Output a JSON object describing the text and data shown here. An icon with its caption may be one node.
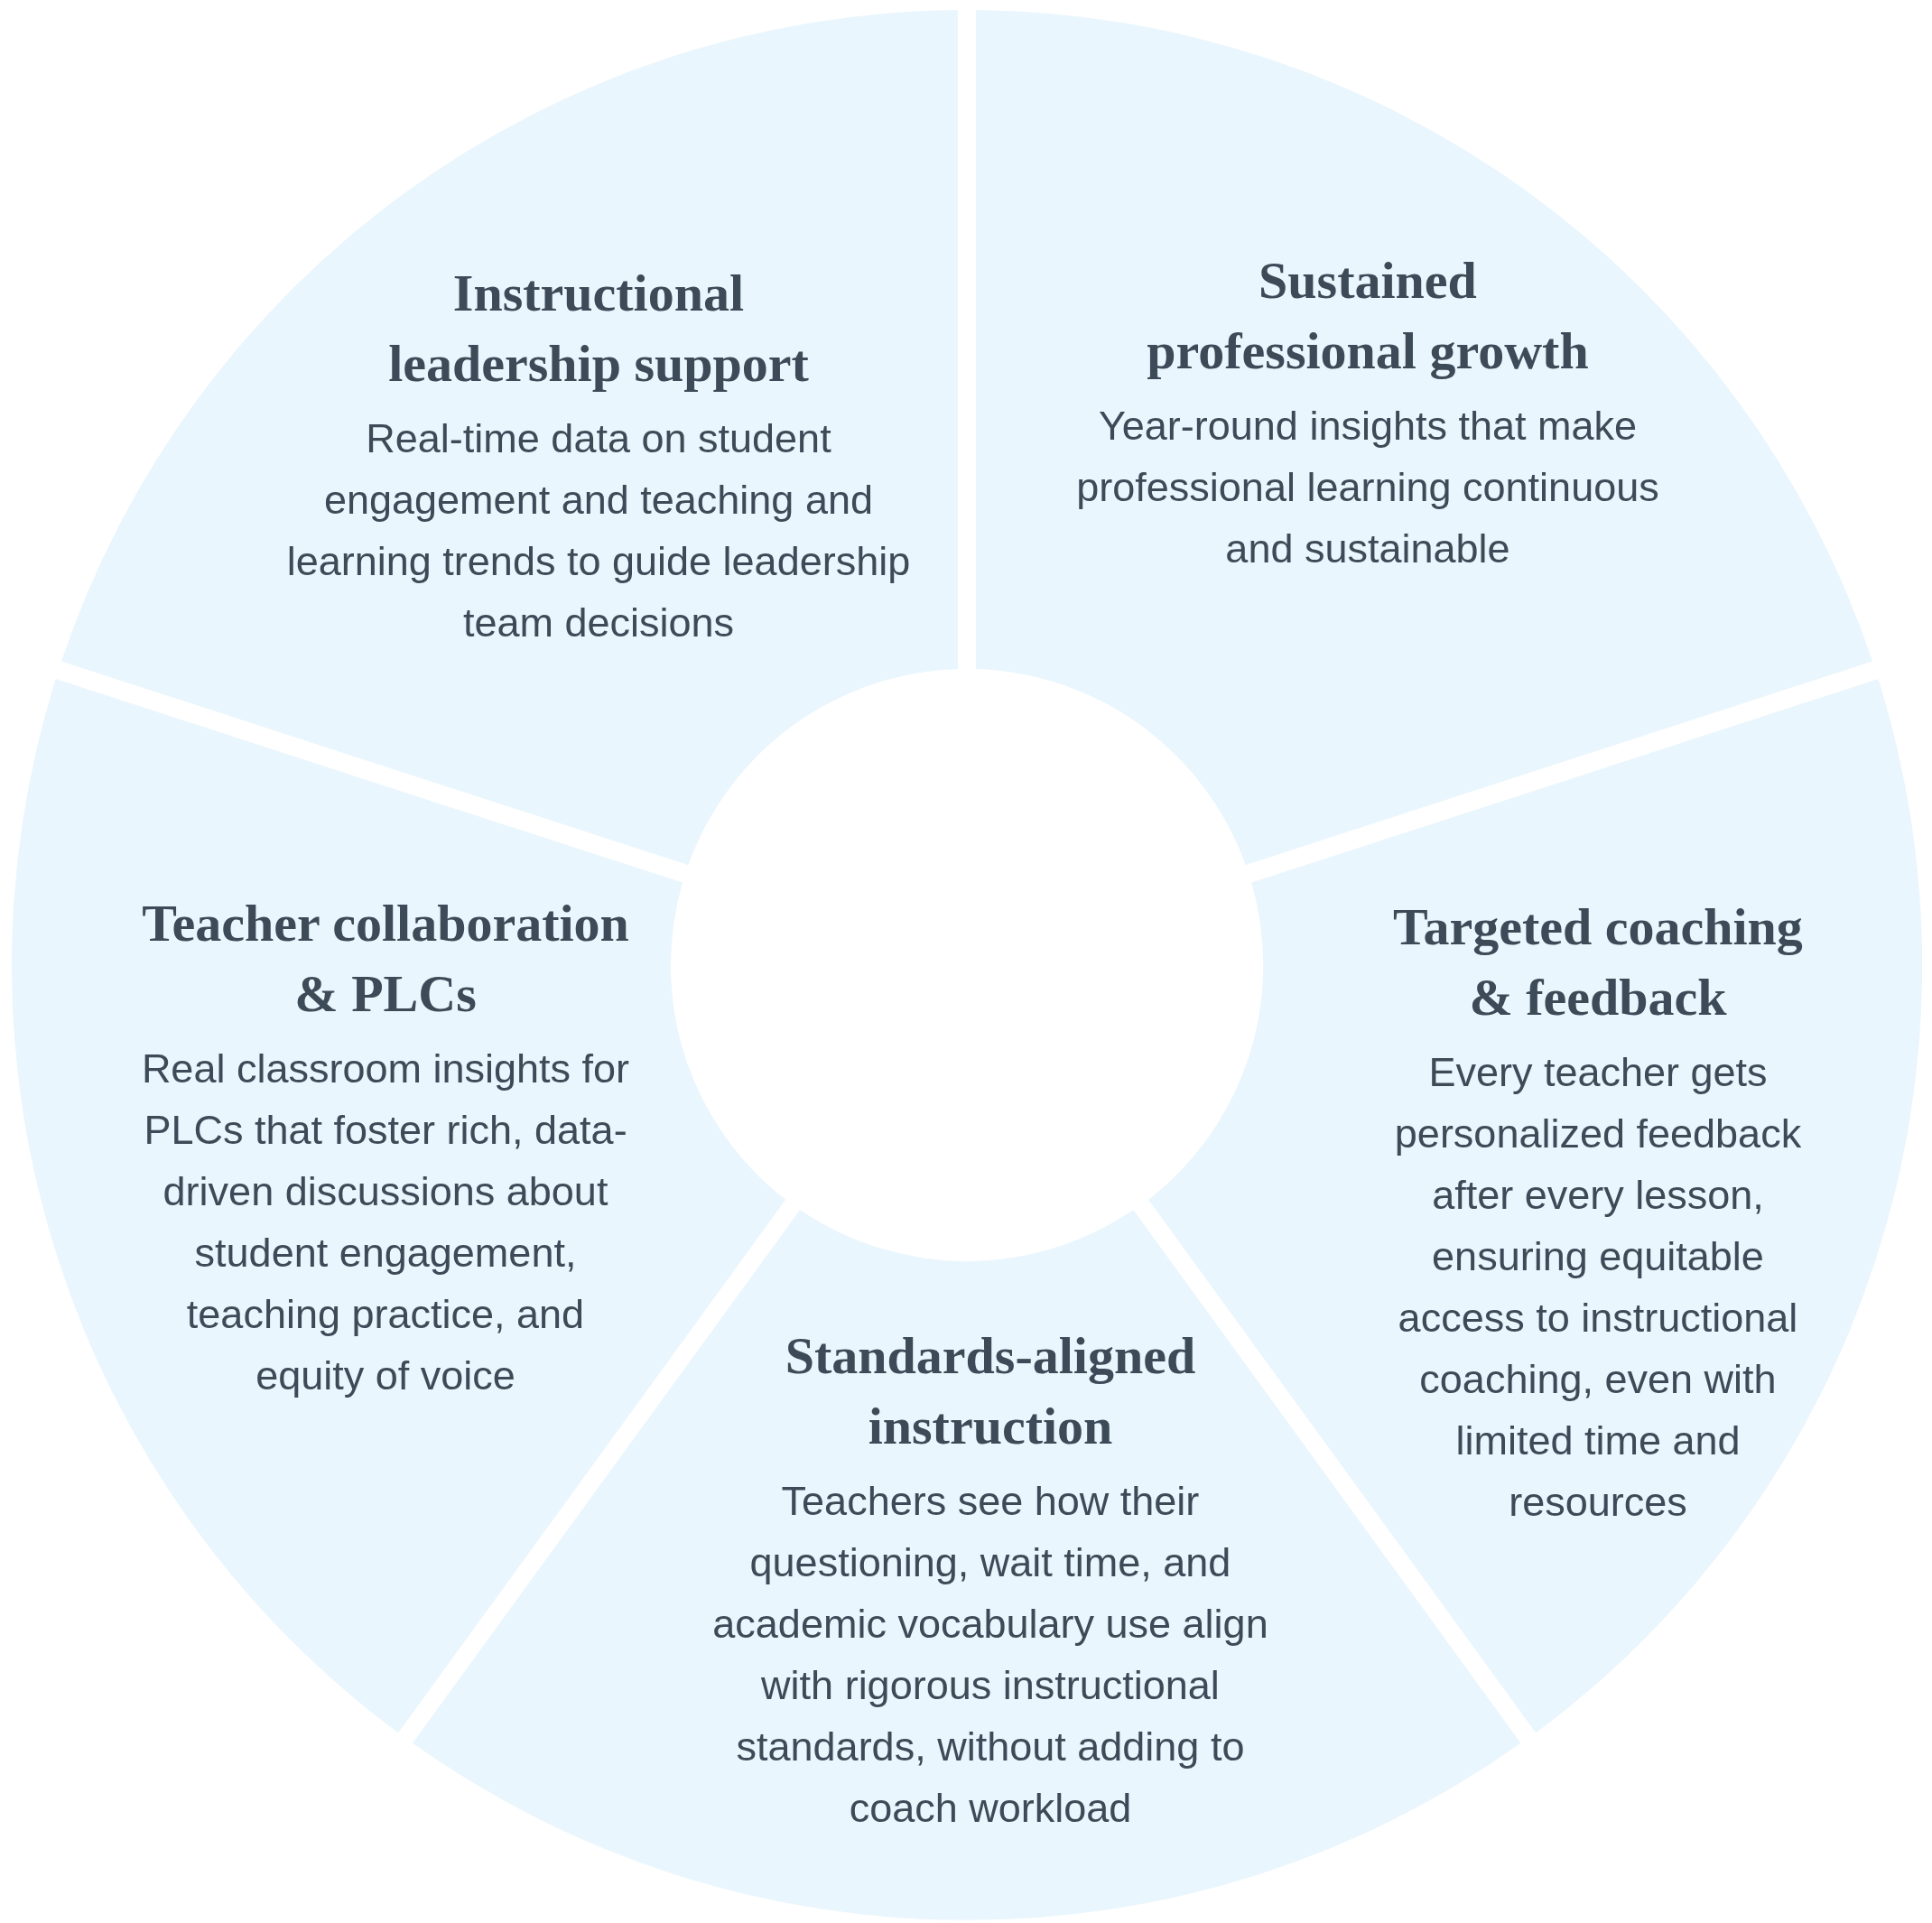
{
  "diagram": {
    "nodes": [
      {
        "text": [
          "Instructional leadership support",
          "Real-time data on student engagement and teaching and learning trends to guide leadership team decisions"
        ]
      },
      {
        "text": [
          "Sustained professional growth",
          "Year-round insights that make professional learning continuous and sustainable"
        ]
      },
      {
        "text": [
          "Teacher collaboration & PLCs",
          "Real classroom insights for PLCs that foster rich, data-driven discussions about student engagement, teaching practice, and equity of voice"
        ]
      },
      {
        "text": [
          "Targeted coaching & feedback",
          "Every teacher gets personalized feedback after every lesson, ensuring equitable access to instructional coaching, even with limited time and resources"
        ]
      },
      {
        "text": [
          "Standards-aligned instruction",
          "Teachers see how their questioning, wait time, and academic vocabulary use align with rigorous instructional standards, without adding to coach workload"
        ]
      }
    ]
  }
}
